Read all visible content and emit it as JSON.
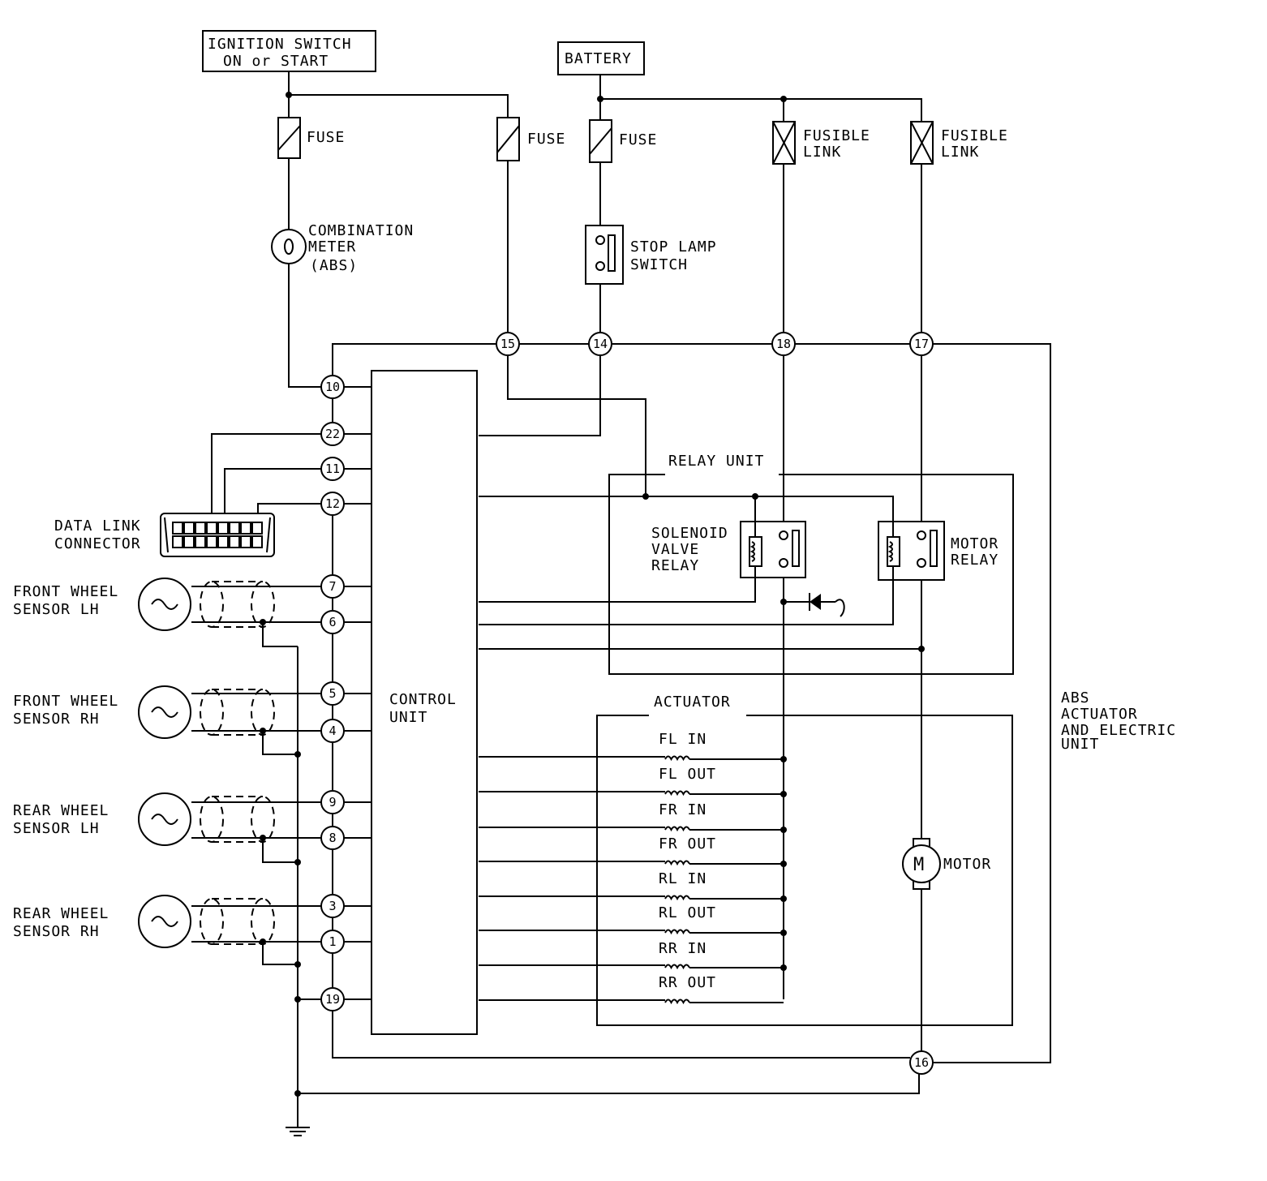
{
  "power": {
    "ignition_line1": "IGNITION SWITCH",
    "ignition_line2": "ON or START",
    "battery": "BATTERY"
  },
  "fuses": {
    "fuse_label": "FUSE",
    "fusible_line1": "FUSIBLE",
    "fusible_line2": "LINK"
  },
  "combination_meter": {
    "line1": "COMBINATION",
    "line2": "METER",
    "line3": "(ABS)"
  },
  "stop_lamp_switch": {
    "line1": "STOP LAMP",
    "line2": "SWITCH"
  },
  "data_link_connector": {
    "line1": "DATA LINK",
    "line2": "CONNECTOR"
  },
  "sensors": [
    {
      "line1": "FRONT WHEEL",
      "line2": "SENSOR LH"
    },
    {
      "line1": "FRONT WHEEL",
      "line2": "SENSOR RH"
    },
    {
      "line1": "REAR WHEEL",
      "line2": "SENSOR LH"
    },
    {
      "line1": "REAR WHEEL",
      "line2": "SENSOR RH"
    }
  ],
  "control_unit": {
    "line1": "CONTROL",
    "line2": "UNIT"
  },
  "relay_unit": {
    "title": "RELAY UNIT",
    "solenoid_line1": "SOLENOID",
    "solenoid_line2": "VALVE",
    "solenoid_line3": "RELAY",
    "motor_relay_line1": "MOTOR",
    "motor_relay_line2": "RELAY"
  },
  "actuator": {
    "title": "ACTUATOR",
    "valves": [
      "FL IN",
      "FL OUT",
      "FR IN",
      "FR OUT",
      "RL IN",
      "RL OUT",
      "RR IN",
      "RR OUT"
    ],
    "motor_symbol": "M",
    "motor_label": "MOTOR"
  },
  "abs_unit": {
    "line1": "ABS",
    "line2": "ACTUATOR",
    "line3": "AND ELECTRIC",
    "line4": "UNIT"
  },
  "pins": {
    "p15": "15",
    "p14": "14",
    "p18": "18",
    "p17": "17",
    "p10": "10",
    "p22": "22",
    "p11": "11",
    "p12": "12",
    "p7": "7",
    "p6": "6",
    "p5": "5",
    "p4": "4",
    "p9": "9",
    "p8": "8",
    "p3": "3",
    "p1": "1",
    "p19": "19",
    "p16": "16"
  }
}
